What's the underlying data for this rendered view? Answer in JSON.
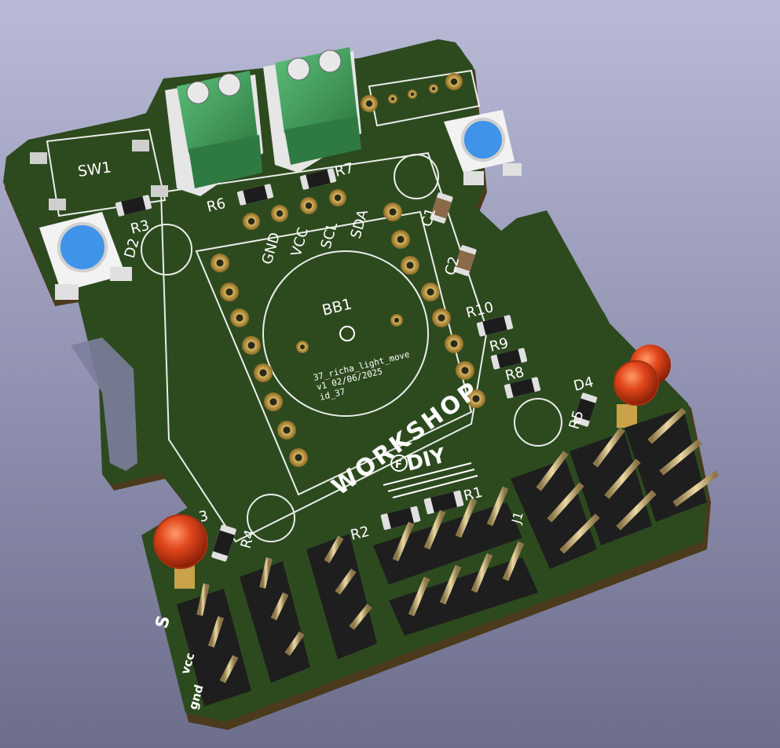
{
  "board": {
    "colors": {
      "background_top": "#b9bad6",
      "background_bottom": "#6d6e8c",
      "pcb": "#2d4a1f",
      "pcb_edge": "#4b3a1c",
      "silkscreen": "#ffffff",
      "pad": "#c9a24a",
      "terminal_block": "#3f9a56",
      "led": "#e2471c",
      "button_cap": "#3f93e8",
      "header_plastic": "#1e1e1e",
      "header_pin": "#c9b27a"
    },
    "labels": {
      "sw1": "SW1",
      "r3": "R3",
      "d2": "D2",
      "r6": "R6",
      "r7": "R7",
      "c1": "C1",
      "c2": "C2",
      "r10": "R10",
      "r9": "R9",
      "r8": "R8",
      "r5": "R5",
      "d4": "D4",
      "bb1": "BB1",
      "r1": "R1",
      "r2": "R2",
      "r4": "R4",
      "d3_partial": "3",
      "j_partial": "J1",
      "gnd": "GND",
      "vcc": "VCC",
      "scl": "SCL",
      "sda": "SDA",
      "info_line1": "37_richa_light_move",
      "info_line2": "v1 02/06/2025",
      "info_line3": "id_37",
      "logo_word": "WORKSHOP",
      "logo_word2": "DIY",
      "logo_mark": "F",
      "header_s": "S",
      "header_vcc": "vcc",
      "header_gnd": "gnd"
    }
  }
}
